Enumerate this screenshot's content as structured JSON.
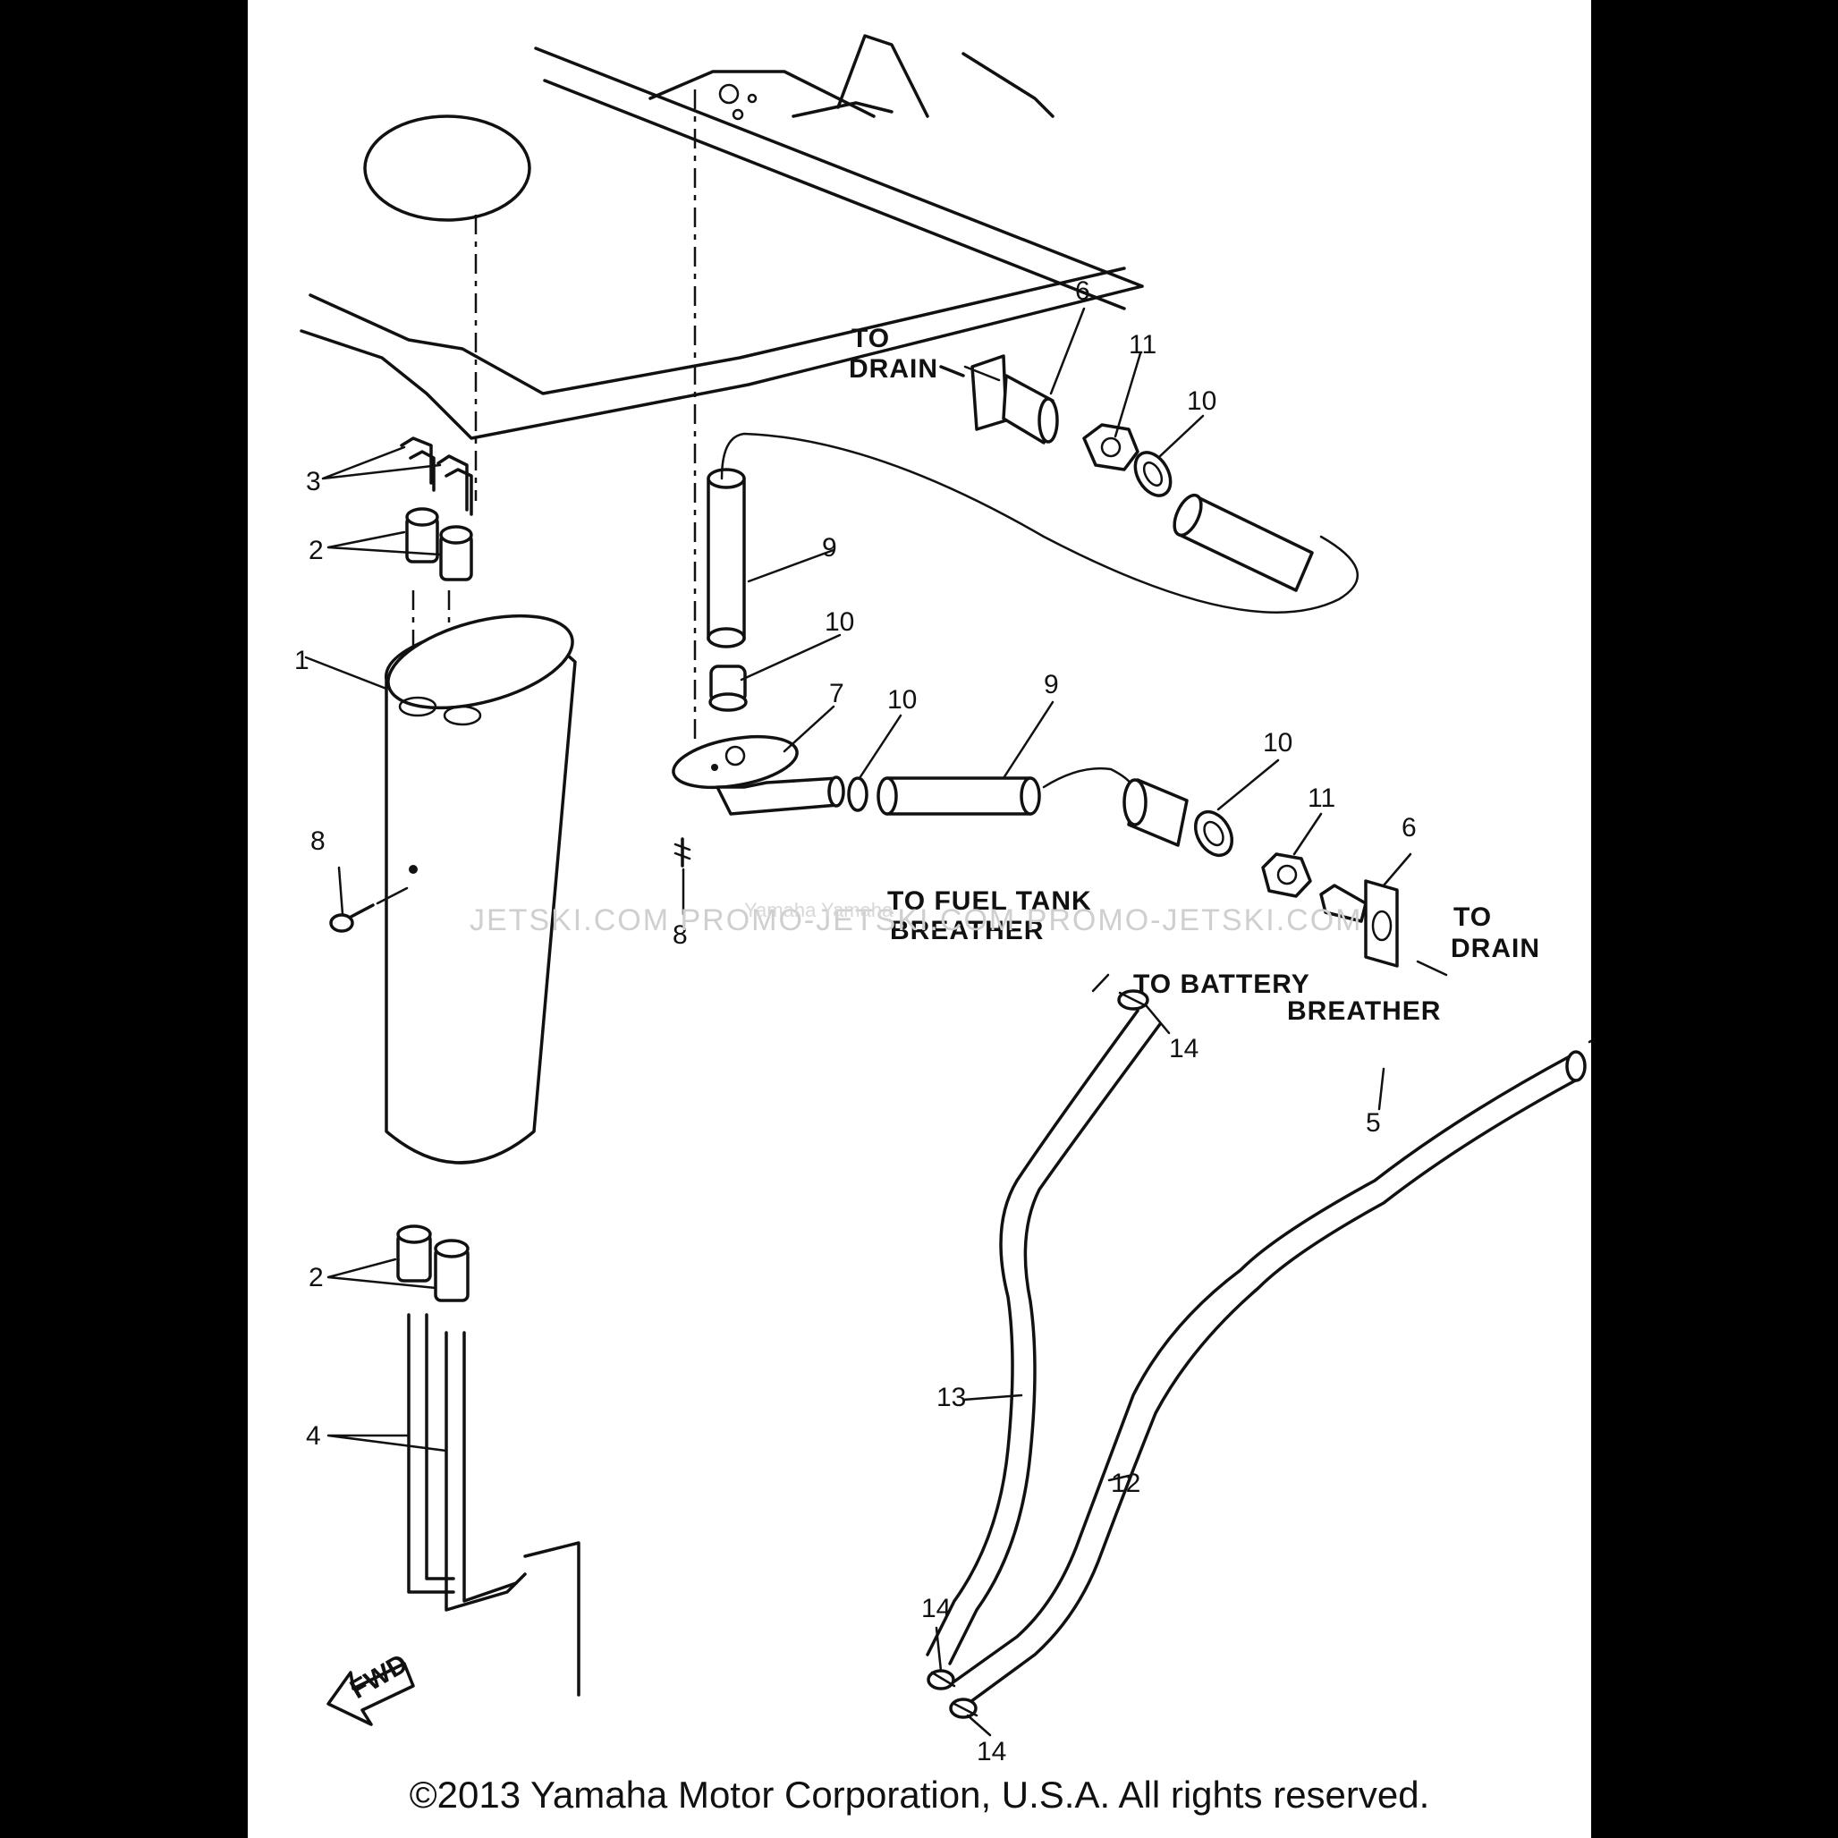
{
  "callouts": {
    "c1": "1",
    "c2a": "2",
    "c2b": "2",
    "c3": "3",
    "c4": "4",
    "c5": "5",
    "c6a": "6",
    "c6b": "6",
    "c7": "7",
    "c8a": "8",
    "c8b": "8",
    "c9a": "9",
    "c9b": "9",
    "c10a": "10",
    "c10b": "10",
    "c10c": "10",
    "c10d": "10",
    "c11a": "11",
    "c11b": "11",
    "c12": "12",
    "c13": "13",
    "c14a": "14",
    "c14b": "14",
    "c14c": "14"
  },
  "notes": {
    "to_drain_top_1": "TO",
    "to_drain_top_2": "DRAIN",
    "to_drain_right_1": "TO",
    "to_drain_right_2": "DRAIN",
    "fuel_tank_1": "TO FUEL TANK",
    "fuel_tank_2": "BREATHER",
    "battery_1": "TO BATTERY",
    "battery_2": "BREATHER",
    "fwd": "FWD"
  },
  "watermark": {
    "main": "JETSKI.COM  PROMO-JETSKI.COM  PROMO-JETSKI.COM",
    "small": "Yamaha  Yamaha"
  },
  "copyright": "©2013 Yamaha Motor Corporation, U.S.A. All rights reserved."
}
